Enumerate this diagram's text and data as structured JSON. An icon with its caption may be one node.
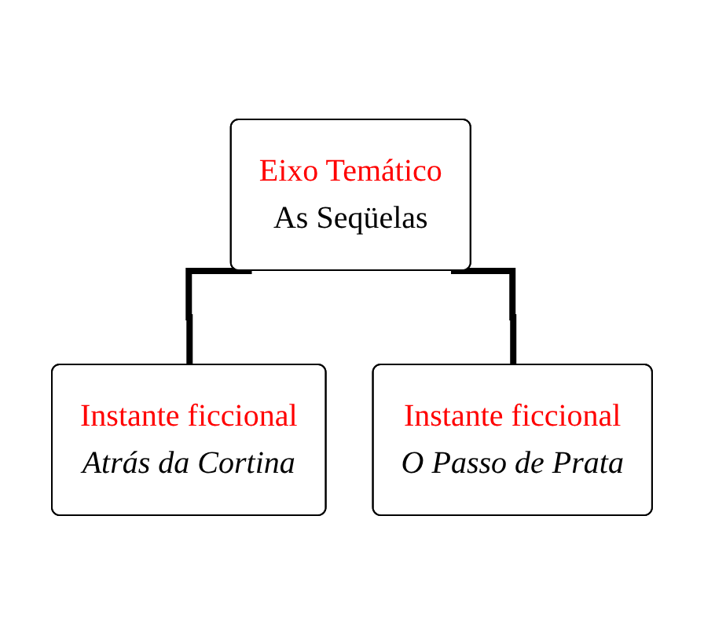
{
  "diagram": {
    "nodes": [
      {
        "text": [
          "Eixo Temático",
          "As Seqüelas"
        ]
      },
      {
        "text": [
          "Instante ficcional",
          "Atrás da Cortina"
        ]
      },
      {
        "text": [
          "Instante ficcional",
          "O Passo de Prata"
        ]
      }
    ],
    "edges": [
      {
        "from": 0,
        "to": 1,
        "arrow": "none"
      },
      {
        "from": 0,
        "to": 2,
        "arrow": "none"
      }
    ]
  }
}
